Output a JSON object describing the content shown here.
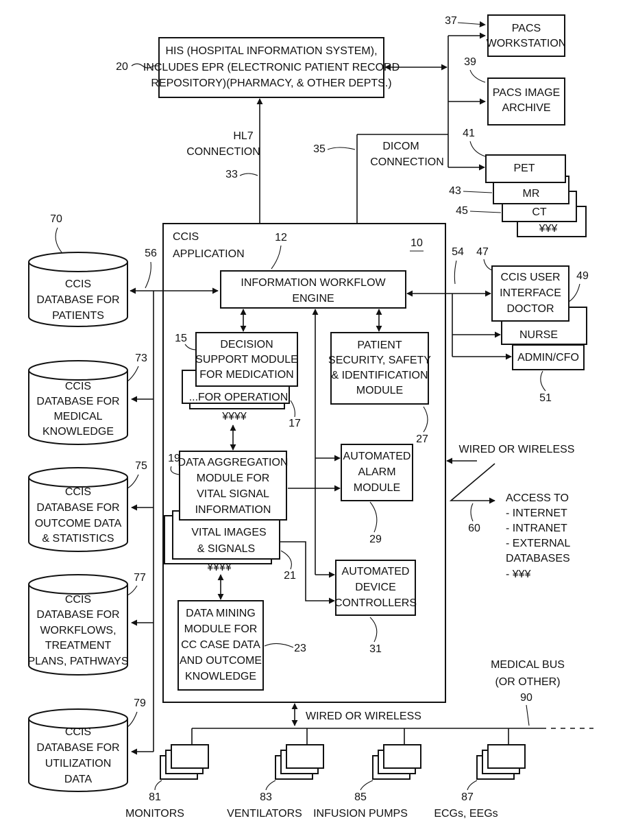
{
  "his": {
    "ref": "20",
    "lines": [
      "HIS (HOSPITAL INFORMATION SYSTEM),",
      "INCLUDES EPR (ELECTRONIC PATIENT RECORD",
      "REPOSITORY)(PHARMACY, & OTHER DEPTS.)"
    ]
  },
  "pacs_workstation": {
    "ref": "37",
    "lines": [
      "PACS",
      "WORKSTATION"
    ]
  },
  "pacs_archive": {
    "ref": "39",
    "lines": [
      "PACS IMAGE",
      "ARCHIVE"
    ]
  },
  "modalities": [
    {
      "ref": "41",
      "label": "PET"
    },
    {
      "ref": "43",
      "label": "MR"
    },
    {
      "ref": "45",
      "label": "CT"
    },
    {
      "ref": "",
      "label": "¥¥¥"
    }
  ],
  "hl7": {
    "ref": "33",
    "lines": [
      "HL7",
      "CONNECTION"
    ]
  },
  "dicom": {
    "ref": "35",
    "lines": [
      "DICOM",
      "CONNECTION"
    ]
  },
  "ccis": {
    "ref": "10",
    "lines": [
      "CCIS",
      "APPLICATION"
    ]
  },
  "engine": {
    "ref": "12",
    "lines": [
      "INFORMATION WORKFLOW",
      "ENGINE"
    ]
  },
  "decision": {
    "ref": "15",
    "lines": [
      "DECISION",
      "SUPPORT MODULE",
      "FOR MEDICATION"
    ],
    "sub_label": "...FOR OPERATION",
    "sub_ref": "17",
    "more": "¥¥¥¥"
  },
  "security": {
    "ref": "27",
    "lines": [
      "PATIENT",
      "SECURITY, SAFETY",
      "& IDENTIFICATION",
      "MODULE"
    ]
  },
  "aggregation": {
    "ref": "19",
    "lines": [
      "DATA AGGREGATION",
      "MODULE FOR",
      "VITAL SIGNAL",
      "INFORMATION"
    ],
    "sub_lines": [
      "VITAL IMAGES",
      "& SIGNALS"
    ],
    "sub_ref": "21",
    "more": "¥¥¥¥"
  },
  "alarm": {
    "ref": "29",
    "lines": [
      "AUTOMATED",
      "ALARM",
      "MODULE"
    ]
  },
  "device": {
    "ref": "31",
    "lines": [
      "AUTOMATED",
      "DEVICE",
      "CONTROLLERS"
    ]
  },
  "mining": {
    "ref": "23",
    "lines": [
      "DATA MINING",
      "MODULE FOR",
      "CC CASE DATA",
      "AND OUTCOME",
      "KNOWLEDGE"
    ]
  },
  "ui": {
    "ref_bus": "54",
    "doctor": {
      "ref": "47",
      "lines": [
        "CCIS USER",
        "INTERFACE",
        "DOCTOR"
      ]
    },
    "nurse": {
      "ref": "49",
      "label": "NURSE"
    },
    "admin": {
      "ref": "51",
      "label": "ADMIN/CFO"
    }
  },
  "db_bus_ref": "56",
  "databases": [
    {
      "ref": "70",
      "lines": [
        "CCIS",
        "DATABASE FOR",
        "PATIENTS"
      ]
    },
    {
      "ref": "73",
      "lines": [
        "CCIS",
        "DATABASE FOR",
        "MEDICAL",
        "KNOWLEDGE"
      ]
    },
    {
      "ref": "75",
      "lines": [
        "CCIS",
        "DATABASE FOR",
        "OUTCOME DATA",
        "& STATISTICS"
      ]
    },
    {
      "ref": "77",
      "lines": [
        "CCIS",
        "DATABASE FOR",
        "WORKFLOWS,",
        "TREATMENT",
        "PLANS, PATHWAYS"
      ]
    },
    {
      "ref": "79",
      "lines": [
        "CCIS",
        "DATABASE FOR",
        "UTILIZATION",
        "DATA"
      ]
    }
  ],
  "external": {
    "ref": "60",
    "wired_label": "WIRED OR WIRELESS",
    "lines": [
      "ACCESS TO",
      "- INTERNET",
      "- INTRANET",
      "- EXTERNAL",
      "  DATABASES",
      "- ¥¥¥"
    ]
  },
  "medical_bus": {
    "ref": "90",
    "lines": [
      "MEDICAL BUS",
      "(OR OTHER)"
    ],
    "wired_label": "WIRED OR WIRELESS"
  },
  "devices": [
    {
      "ref": "81",
      "label": "MONITORS"
    },
    {
      "ref": "83",
      "label": "VENTILATORS"
    },
    {
      "ref": "85",
      "label": "INFUSION PUMPS"
    },
    {
      "ref": "87",
      "label": "ECGs, EEGs"
    }
  ]
}
